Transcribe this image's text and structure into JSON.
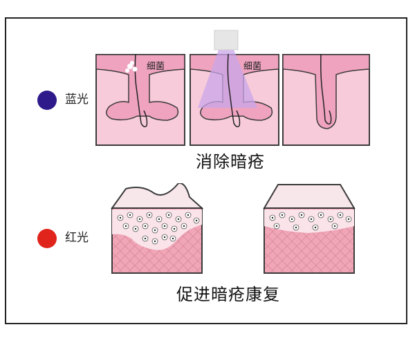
{
  "rows": [
    {
      "light_label": "蓝光",
      "caption": "消除暗疮",
      "dot_color": "#2e1a8a"
    },
    {
      "light_label": "红光",
      "caption": "促进暗疮康复",
      "dot_color": "#e0231b"
    }
  ],
  "panels": {
    "bacteria_label": "细菌"
  },
  "colors": {
    "skin_top": "#efa3bf",
    "skin_inner": "#f7cbd9",
    "outline": "#3a3a3a",
    "blue_light": "#c9a6e9",
    "dermis": "#f0a6b7"
  }
}
